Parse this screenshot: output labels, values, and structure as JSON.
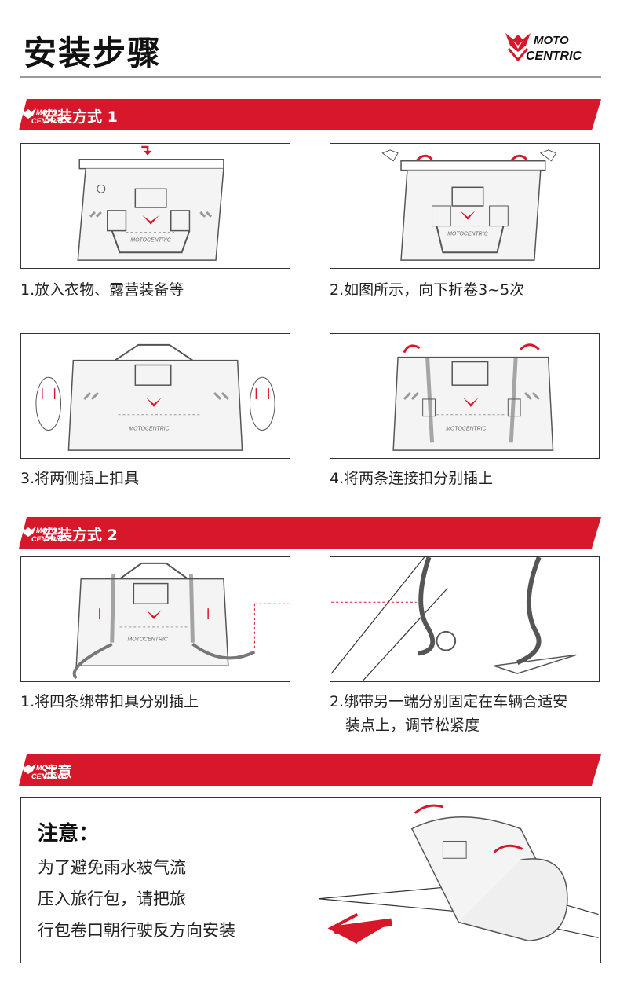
{
  "page": {
    "title": "安装步骤"
  },
  "brand": {
    "logo_line1": "MOTO",
    "logo_line2": "CENTRIC",
    "bag_print": "MOTOCENTRIC"
  },
  "colors": {
    "accent": "#d7182a",
    "frame": "#333333",
    "rule": "#9a9a9a"
  },
  "icons": [
    "moto-centric-logo",
    "fold-arrow-icon",
    "up-arrow-icon",
    "chevron-arrows-icon",
    "hand-icon",
    "motion-arrow-icon"
  ],
  "section1": {
    "banner": "安装方式 1",
    "step1": "1.放入衣物、露营装备等",
    "step2": "2.如图所示，向下折卷3~5次",
    "step3": "3.将两侧插上扣具",
    "step4": "4.将两条连接扣分别插上"
  },
  "section2": {
    "banner": "安装方式 2",
    "step1": "1.将四条绑带扣具分别插上",
    "step2_line1": "2.绑带另一端分别固定在车辆合适安",
    "step2_line2": "装点上，调节松紧度"
  },
  "section3": {
    "banner": "注意",
    "title": "注意：",
    "line1": "为了避免雨水被气流",
    "line2": "压入旅行包，请把旅",
    "line3": "行包卷口朝行驶反方向安装"
  }
}
